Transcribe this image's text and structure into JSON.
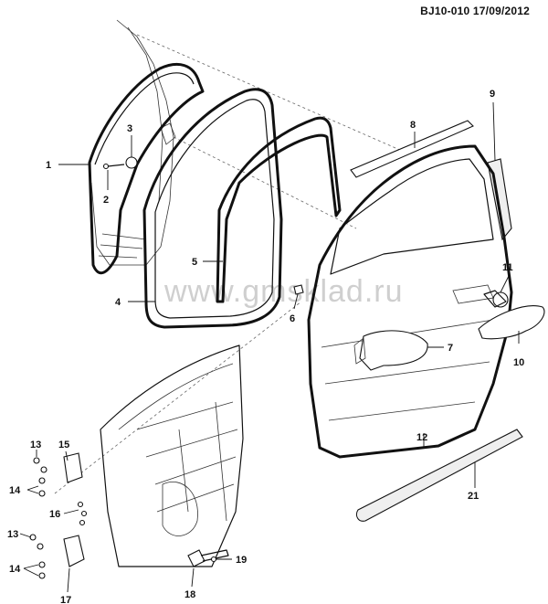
{
  "header": {
    "ref": "BJ10-010 17/09/2012"
  },
  "watermark": "www.gmsklad.ru",
  "callouts": [
    "1",
    "2",
    "3",
    "4",
    "5",
    "6",
    "7",
    "8",
    "9",
    "10",
    "11",
    "12",
    "13",
    "13",
    "14",
    "14",
    "15",
    "16",
    "17",
    "18",
    "19",
    "21"
  ]
}
